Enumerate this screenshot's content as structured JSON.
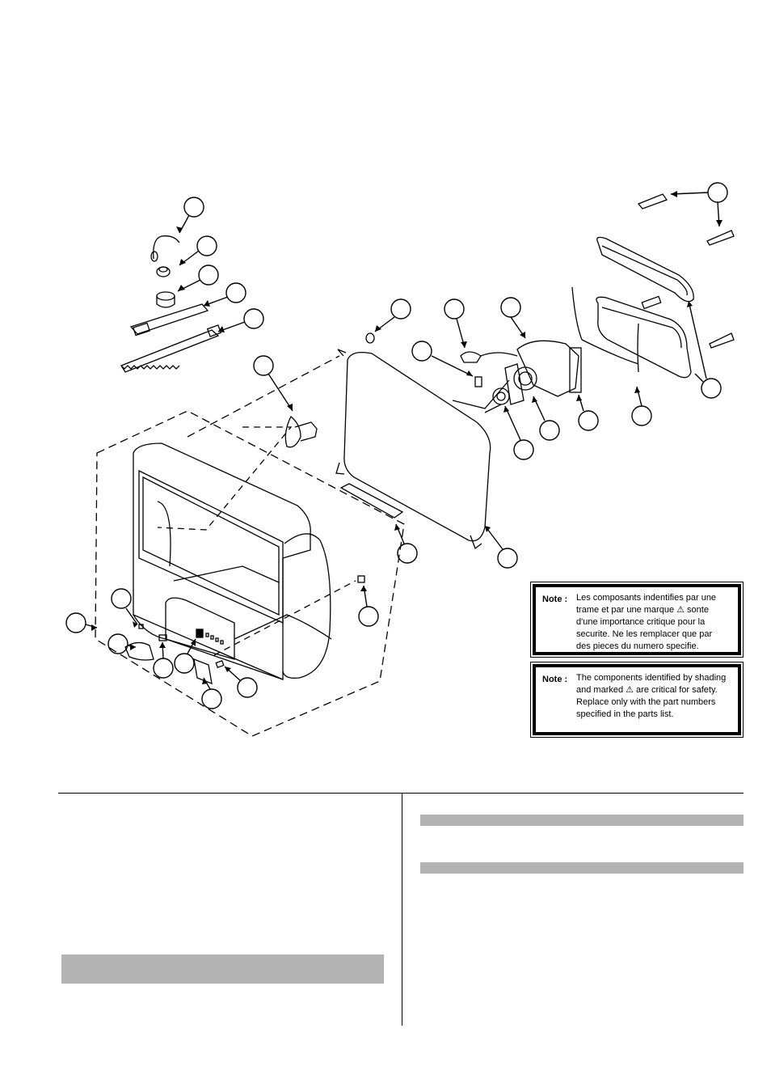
{
  "notes": {
    "french": {
      "label": "Note :",
      "text": "Les composants indentifies par une\ntrame et par une marque ⚠ sonte\nd'une importance critique pour la\nsecurite. Ne les remplacer que par\ndes pieces du numero specifie."
    },
    "english": {
      "label": "Note :",
      "text": "The components identified by shading\nand marked ⚠ are critical for safety.\nReplace only with the part numbers\nspecified in the parts list."
    }
  },
  "colors": {
    "line": "#000000",
    "bar": "#b3b3b3",
    "background": "#ffffff"
  }
}
